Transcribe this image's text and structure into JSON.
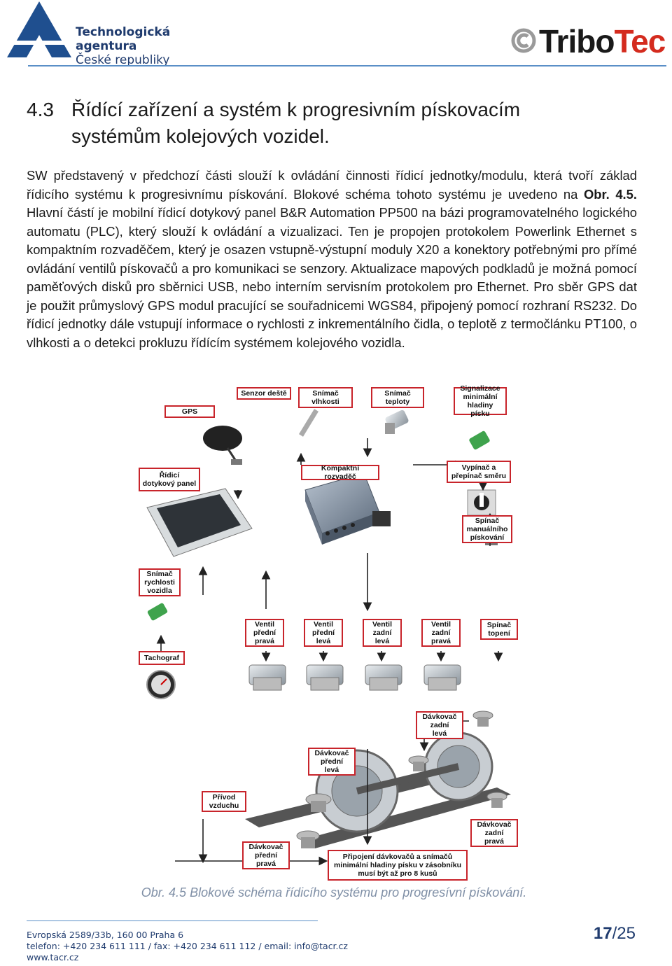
{
  "header": {
    "org_line1": "Technologická agentura",
    "org_line2": "České republiky",
    "partner_name_a": "Tribo",
    "partner_name_b": "Tec"
  },
  "section": {
    "number": "4.3",
    "title_line1": "Řídící zařízení a systém k progresivním pískovacím",
    "title_line2": "systémům kolejových vozidel."
  },
  "paragraph": {
    "part1": "SW představený v předchozí části slouží k ovládání činnosti řídicí jednotky/modulu, která tvoří základ řídicího systému k progresivnímu pískování. Blokové schéma tohoto systému je uvedeno na ",
    "figure_ref": "Obr. 4.5.",
    "part2": " Hlavní částí je mobilní řídicí dotykový panel B&R Automation PP500 na bázi programovatelného logického automatu (PLC), který slouží k ovládání a vizualizaci. Ten je propojen protokolem Powerlink Ethernet s kompaktním rozvaděčem, který je osazen vstupně-výstupní moduly X20 a konektory potřebnými pro přímé ovládání ventilů pískovačů a pro komunikaci se senzory. Aktualizace mapových podkladů je možná pomocí paměťových disků pro sběrnici USB, nebo interním servisním protokolem pro Ethernet. Pro sběr GPS dat je použit průmyslový GPS modul pracující se souřadnicemi WGS84, připojený pomocí rozhraní RS232. Do řídicí jednotky dále vstupují informace o rychlosti z inkrementálního čidla, o teplotě z termočlánku PT100, o vlhkosti a o detekci prokluzu řídícím systémem kolejového vozidla."
  },
  "diagram_labels": {
    "gps": "GPS",
    "rain": "Senzor deště",
    "humidity": "Snímač\nvlhkosti",
    "temp": "Snímač\nteploty",
    "level": "Signalizace\nminimální\nhladiny písku",
    "panel": "Řídicí\ndotykový panel",
    "cabinet": "Kompaktní rozvaděč",
    "switch": "Vypínač a\npřepínač směru",
    "manual": "Spínač\nmanuálního\npískování",
    "speed": "Snímač\nrychlosti\nvozidla",
    "v_fr": "Ventil\npřední\npravá",
    "v_fl": "Ventil\npřední\nlevá",
    "v_rl": "Ventil\nzadní\nlevá",
    "v_rr": "Ventil\nzadní\npravá",
    "heating": "Spínač\ntopení",
    "tacho": "Tachograf",
    "d_rl": "Dávkovač\nzadní\nlevá",
    "d_fl": "Dávkovač\npřední\nlevá",
    "air": "Přívod\nvzduchu",
    "d_rr": "Dávkovač\nzadní\npravá",
    "d_fr": "Dávkovač\npřední\npravá",
    "connect": "Připojení dávkovačů a snímačů\nminimální hladiny písku v zásobníku\nmusí být až pro 8 kusů"
  },
  "caption": "Obr. 4.5 Blokové schéma řídicího systému pro progresívní pískování.",
  "footer": {
    "address": "Evropská 2589/33b, 160 00 Praha 6",
    "contact": "telefon: +420 234 611 111 / fax: +420 234 611 112 / email: info@tacr.cz",
    "web": "www.tacr.cz"
  },
  "page": {
    "current": "17",
    "separator": "/",
    "total": "25"
  },
  "colors": {
    "brand_blue": "#1f3b6e",
    "rule_blue": "#5a8fc7",
    "label_border": "#c8242b",
    "tec_red": "#d42b1e",
    "caption_gray": "#7f8fa6"
  }
}
